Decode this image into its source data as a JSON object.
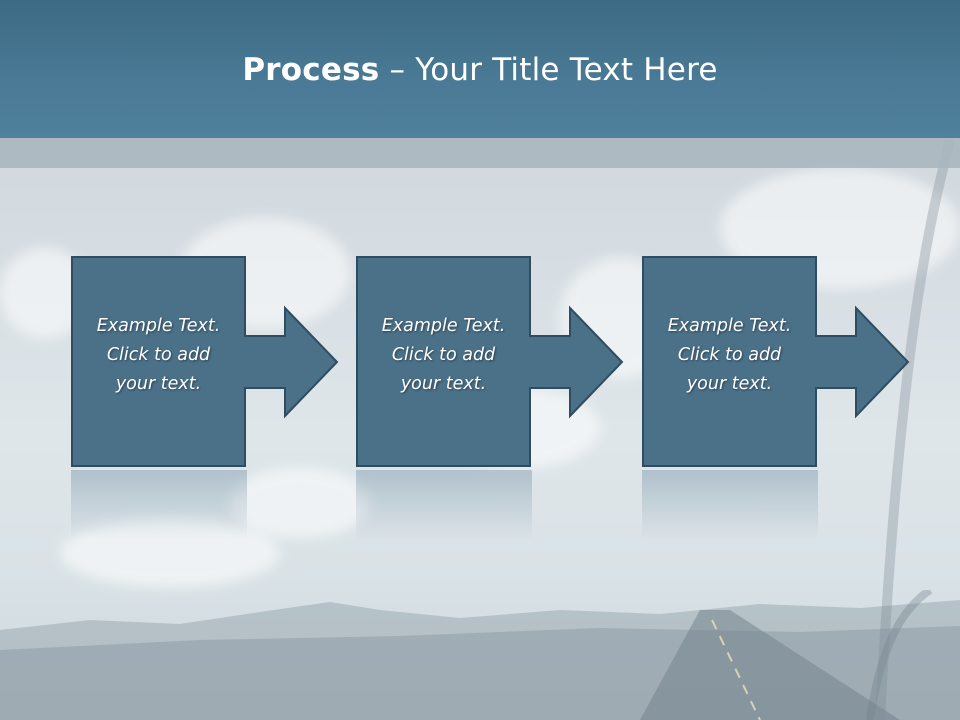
{
  "slide": {
    "title_bold": "Process",
    "title_rest": " – Your Title Text Here"
  },
  "steps": [
    {
      "line1": "Example Text.",
      "line2": "Click  to add",
      "line3": "your text."
    },
    {
      "line1": "Example Text.",
      "line2": "Click  to add",
      "line3": "your text."
    },
    {
      "line1": "Example Text.",
      "line2": "Click  to add",
      "line3": "your text."
    }
  ],
  "colors": {
    "title_bar": "#4a7a95",
    "box_fill": "#4b7189",
    "box_stroke": "#2e4d60"
  },
  "icons": [
    "arrow-right-icon"
  ]
}
